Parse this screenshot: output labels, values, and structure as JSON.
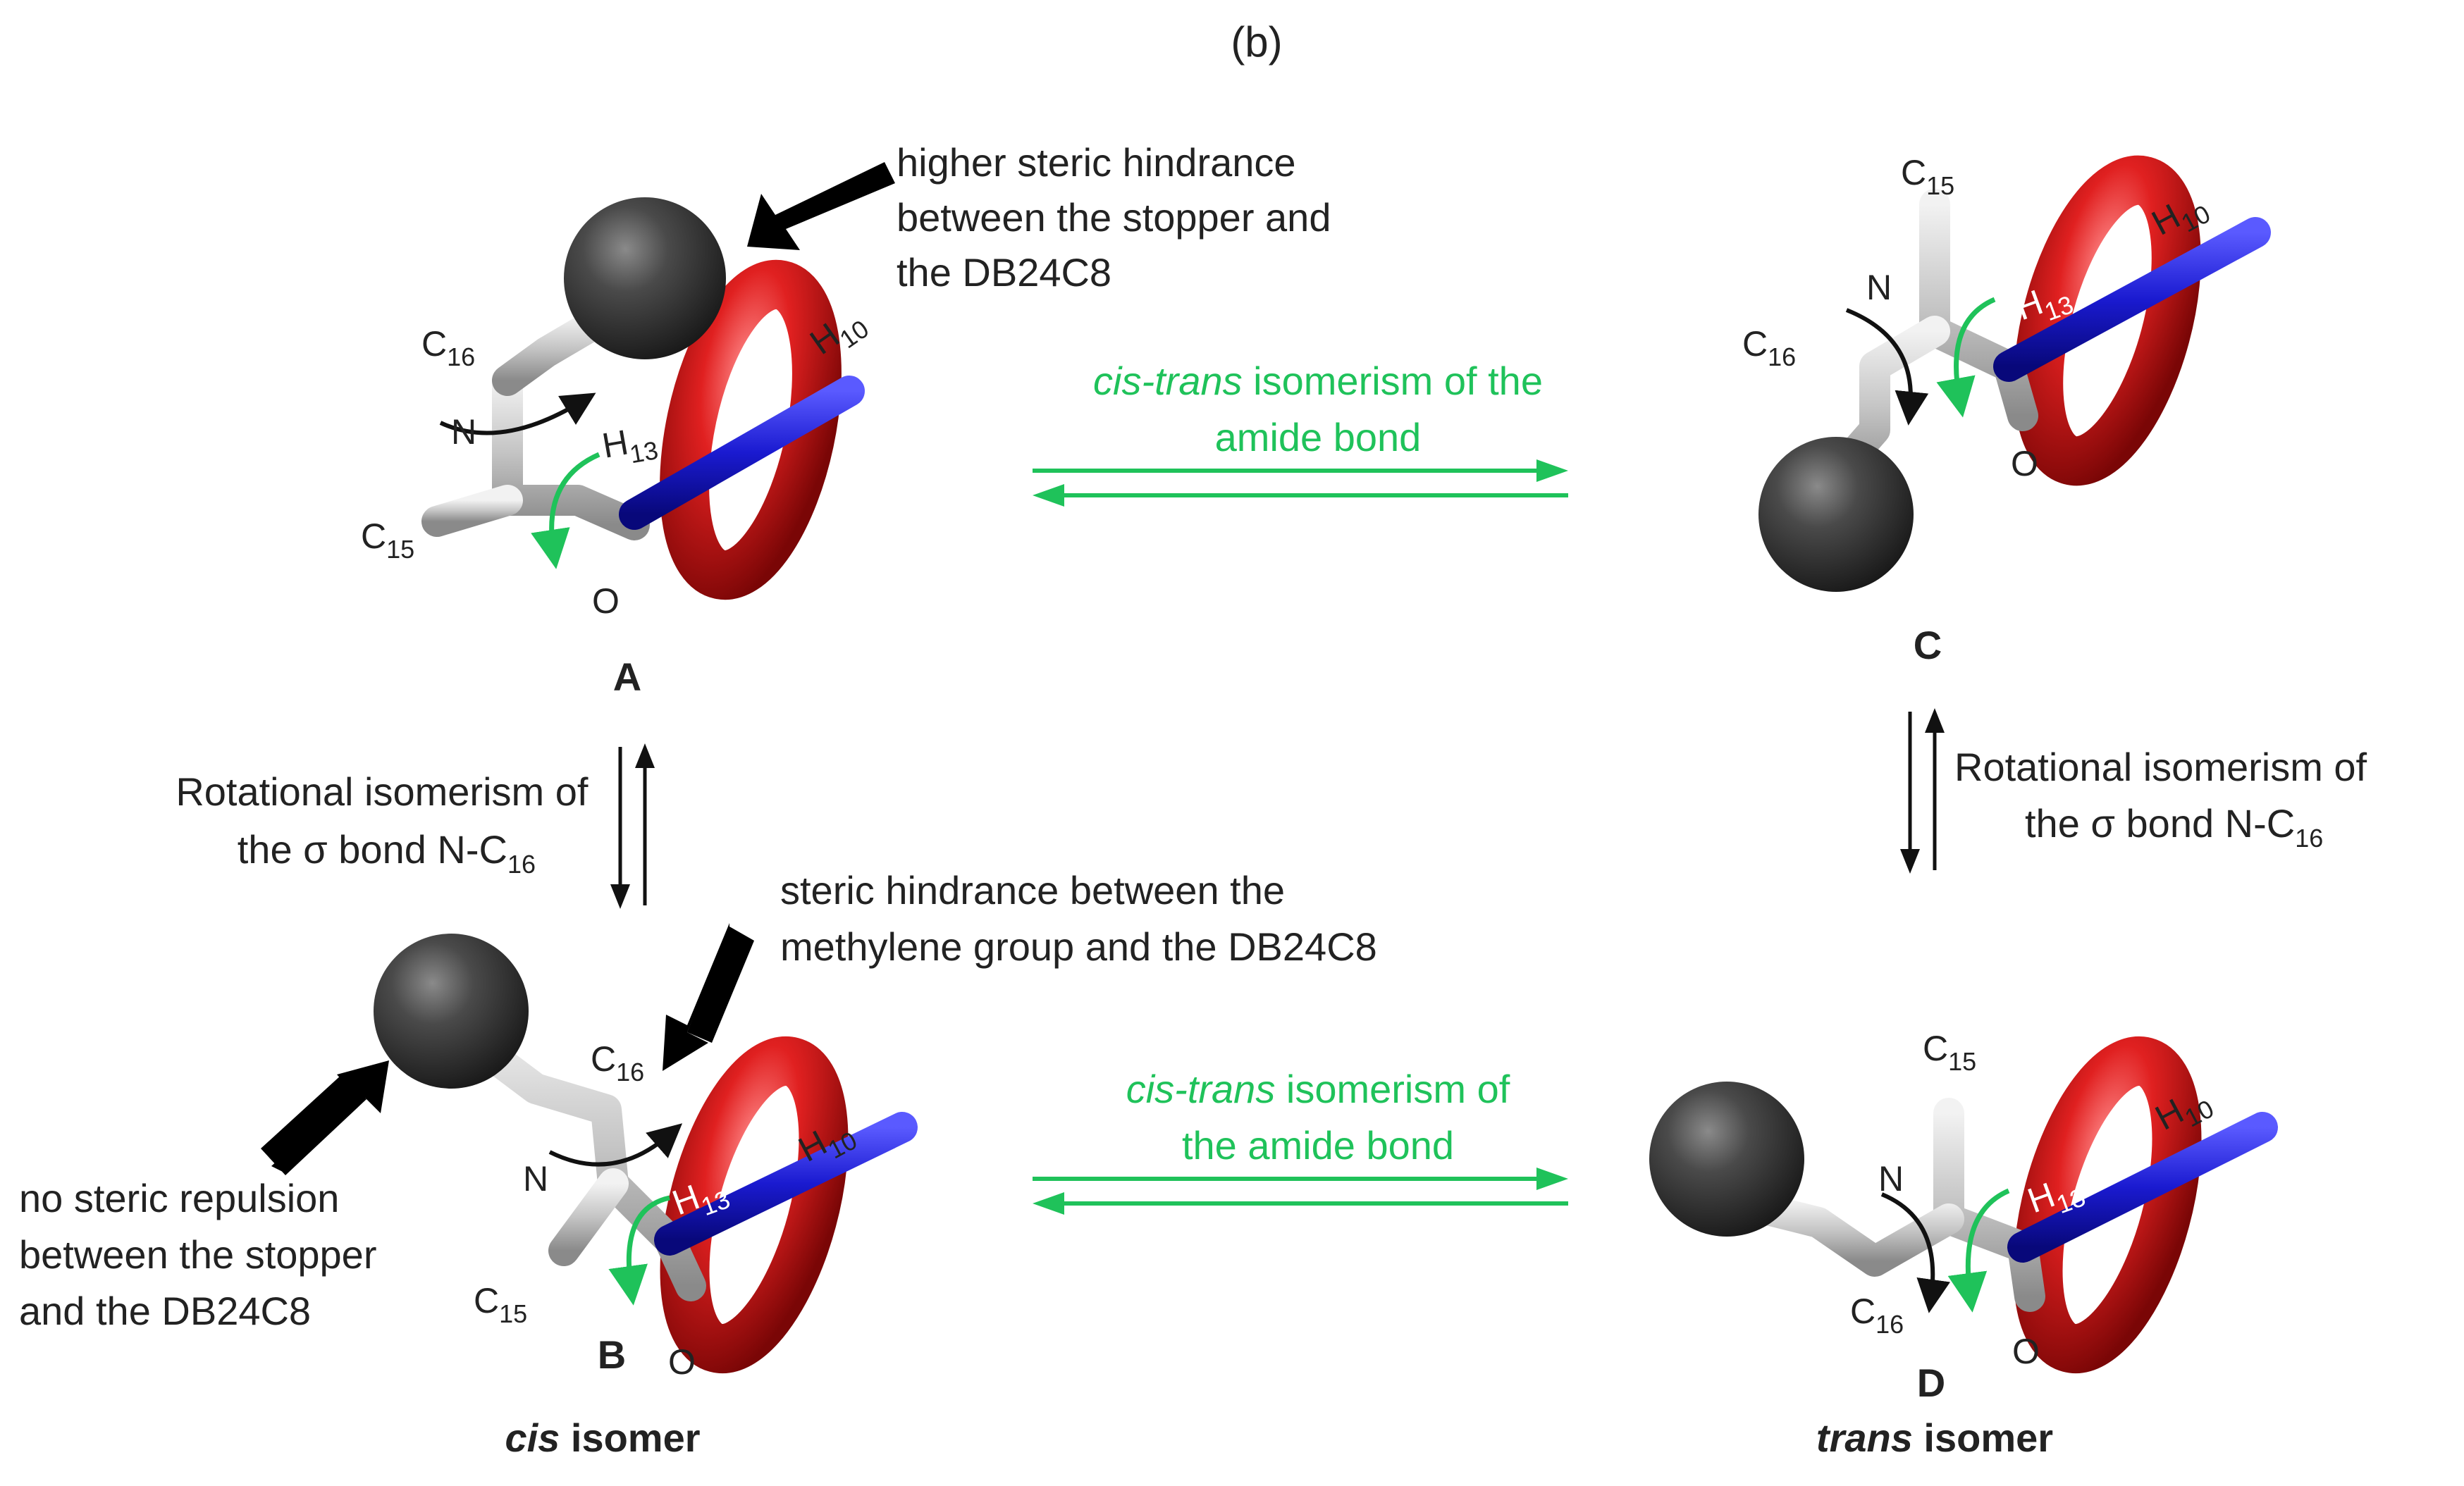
{
  "panel_label": "(b)",
  "notes": {
    "a_hindrance": [
      "higher steric hindrance",
      "between the stopper and",
      "the DB24C8"
    ],
    "b_hindrance": [
      "steric hindrance between the",
      "methylene group and the DB24C8"
    ],
    "b_norepulsion": [
      "no steric repulsion",
      "between the stopper",
      "and the DB24C8"
    ]
  },
  "equilibria": {
    "top": {
      "line1_italic": "cis-trans",
      "line1_rest": " isomerism of the",
      "line2": "amide bond"
    },
    "bottom": {
      "line1_italic": "cis-trans",
      "line1_rest": " isomerism of",
      "line2": "the amide bond"
    },
    "left": {
      "line1": "Rotational  isomerism  of",
      "line2_pre": "the σ bond N-C",
      "line2_sub": "16"
    },
    "right": {
      "line1": "Rotational  isomerism  of",
      "line2_pre": "the σ bond N-C",
      "line2_sub": "16"
    }
  },
  "structures": {
    "A": {
      "label": "A"
    },
    "B": {
      "label": "B",
      "caption_italic": "cis",
      "caption_rest": " isomer"
    },
    "C": {
      "label": "C"
    },
    "D": {
      "label": "D",
      "caption_italic": "trans",
      "caption_rest": " isomer"
    }
  },
  "atoms": {
    "C": "C",
    "N": "N",
    "O": "O",
    "H": "H",
    "sub15": "15",
    "sub16": "16",
    "sub10": "10",
    "sub13": "13"
  },
  "colors": {
    "stopper": "#3a3a3a",
    "ring": "#d81e1e",
    "nh_bond": "#1616c8",
    "stick": "#b8b8b8",
    "equilibrium_arrow": "#1fc25a",
    "pointer_arrow": "#000000"
  }
}
